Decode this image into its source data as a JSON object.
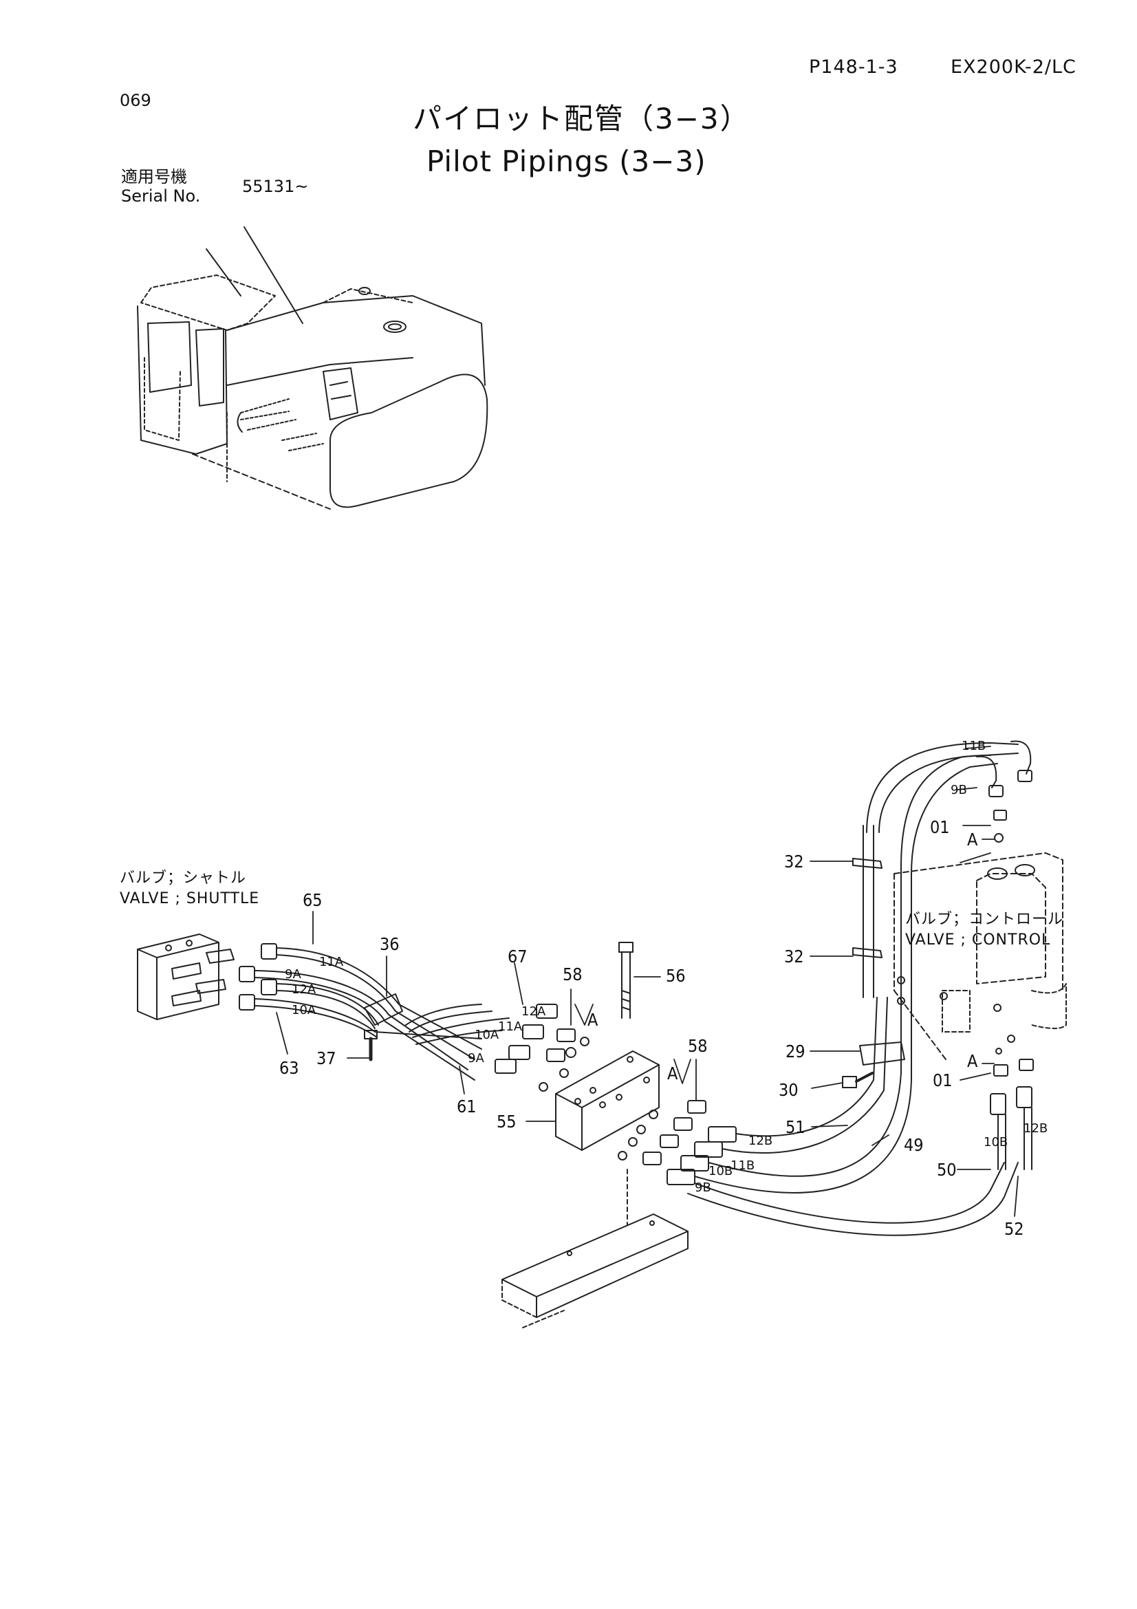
{
  "header": {
    "page_ref": "P148-1-3",
    "model": "EX200K-2/LC",
    "page_number": "069"
  },
  "title": {
    "japanese": "パイロット配管（3−3）",
    "english": "Pilot Pipings (3−3)"
  },
  "serial": {
    "label_jp": "適用号機",
    "label_en": "Serial No.",
    "value": "55131~"
  },
  "labels": {
    "shuttle_jp": "バルブ；シャトル",
    "shuttle_en": "VALVE ; SHUTTLE",
    "control_jp": "バルブ；コントロール",
    "control_en": "VALVE ; CONTROL"
  },
  "callouts": {
    "c65": "65",
    "c36": "36",
    "c67": "67",
    "c58a": "58",
    "c56": "56",
    "c58b": "58",
    "c63": "63",
    "c37": "37",
    "c61": "61",
    "c55": "55",
    "c32a": "32",
    "c32b": "32",
    "c29": "29",
    "c30": "30",
    "c51": "51",
    "c49": "49",
    "c50": "50",
    "c52": "52",
    "c01a": "01",
    "c01b": "01",
    "A1": "A",
    "A2": "A",
    "A3": "A",
    "A4": "A"
  },
  "ports": {
    "p11A": "11A",
    "p9A": "9A",
    "p12A": "12A",
    "p10A": "10A",
    "q12A": "12A",
    "q11A": "11A",
    "q10A": "10A",
    "q9A": "9A",
    "r12B": "12B",
    "r11B": "11B",
    "r10B": "10B",
    "r9B": "9B",
    "s11B": "11B",
    "s9B": "9B",
    "s10B": "10B",
    "s12B": "12B"
  }
}
